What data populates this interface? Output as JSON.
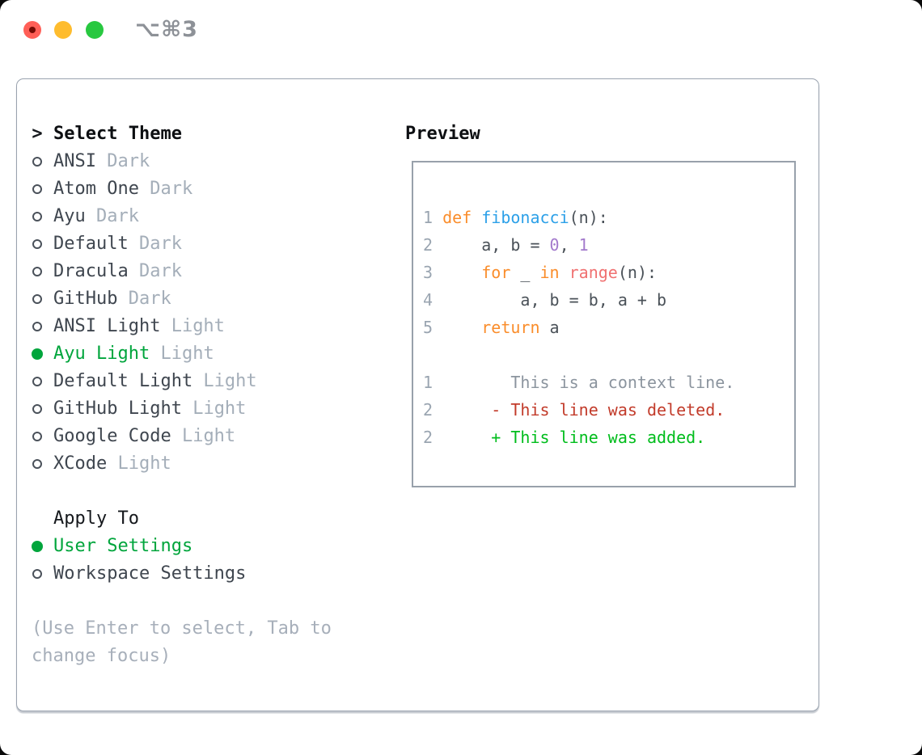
{
  "window": {
    "title": "⌥⌘3"
  },
  "theme_selector": {
    "header": {
      "marker": ">",
      "label": "Select Theme"
    },
    "themes": [
      {
        "name": "ANSI",
        "variant": "Dark",
        "selected": false
      },
      {
        "name": "Atom One",
        "variant": "Dark",
        "selected": false
      },
      {
        "name": "Ayu",
        "variant": "Dark",
        "selected": false
      },
      {
        "name": "Default",
        "variant": "Dark",
        "selected": false
      },
      {
        "name": "Dracula",
        "variant": "Dark",
        "selected": false
      },
      {
        "name": "GitHub",
        "variant": "Dark",
        "selected": false
      },
      {
        "name": "ANSI Light",
        "variant": "Light",
        "selected": false
      },
      {
        "name": "Ayu Light",
        "variant": "Light",
        "selected": true
      },
      {
        "name": "Default Light",
        "variant": "Light",
        "selected": false
      },
      {
        "name": "GitHub Light",
        "variant": "Light",
        "selected": false
      },
      {
        "name": "Google Code",
        "variant": "Light",
        "selected": false
      },
      {
        "name": "XCode",
        "variant": "Light",
        "selected": false
      }
    ],
    "apply_to": {
      "label": "Apply To",
      "options": [
        {
          "name": "User Settings",
          "selected": true
        },
        {
          "name": "Workspace Settings",
          "selected": false
        }
      ]
    },
    "hint": "(Use Enter to select, Tab to change focus)"
  },
  "preview": {
    "label": "Preview",
    "lines": [
      {
        "num": "1",
        "tokens": [
          {
            "t": "def ",
            "c": "keyword"
          },
          {
            "t": "fibonacci",
            "c": "function"
          },
          {
            "t": "(n):",
            "c": "plain"
          }
        ]
      },
      {
        "num": "2",
        "tokens": [
          {
            "t": "    a, b = ",
            "c": "plain"
          },
          {
            "t": "0",
            "c": "number"
          },
          {
            "t": ", ",
            "c": "plain"
          },
          {
            "t": "1",
            "c": "number"
          }
        ]
      },
      {
        "num": "3",
        "tokens": [
          {
            "t": "    ",
            "c": "plain"
          },
          {
            "t": "for",
            "c": "keyword"
          },
          {
            "t": " _ ",
            "c": "plain"
          },
          {
            "t": "in",
            "c": "keyword"
          },
          {
            "t": " ",
            "c": "plain"
          },
          {
            "t": "range",
            "c": "call"
          },
          {
            "t": "(n):",
            "c": "plain"
          }
        ]
      },
      {
        "num": "4",
        "tokens": [
          {
            "t": "        a, b = b, a + b",
            "c": "plain"
          }
        ]
      },
      {
        "num": "5",
        "tokens": [
          {
            "t": "    ",
            "c": "plain"
          },
          {
            "t": "return",
            "c": "keyword"
          },
          {
            "t": " a",
            "c": "plain"
          }
        ]
      },
      {
        "num": "",
        "tokens": []
      },
      {
        "num": "1",
        "tokens": [
          {
            "t": "       This is a context line.",
            "c": "context"
          }
        ]
      },
      {
        "num": "2",
        "tokens": [
          {
            "t": "     ",
            "c": "plain"
          },
          {
            "t": "- This line was deleted.",
            "c": "deleted"
          }
        ]
      },
      {
        "num": "2",
        "tokens": [
          {
            "t": "     ",
            "c": "plain"
          },
          {
            "t": "+ This line was added.",
            "c": "added"
          }
        ]
      }
    ]
  },
  "colors": {
    "selected_green": "#00a53c",
    "item_text": "#3f464f",
    "variant_tag": "#a4aeb9",
    "hint_text": "#a7afba",
    "panel_border": "#9aa3af",
    "preview_border": "#98a1ab",
    "title_gray": "#8d9197",
    "traffic_red": "#ff5f57",
    "traffic_yellow": "#febc2e",
    "traffic_green": "#28c840",
    "tokens": {
      "keyword": "#fa8d2b",
      "function": "#2ca0e8",
      "call": "#f07171",
      "number": "#a37acc",
      "plain": "#4a5158",
      "context": "#8b949e",
      "deleted": "#c23b2a",
      "added": "#00bd1c",
      "gutter": "#9aa5b1"
    }
  }
}
